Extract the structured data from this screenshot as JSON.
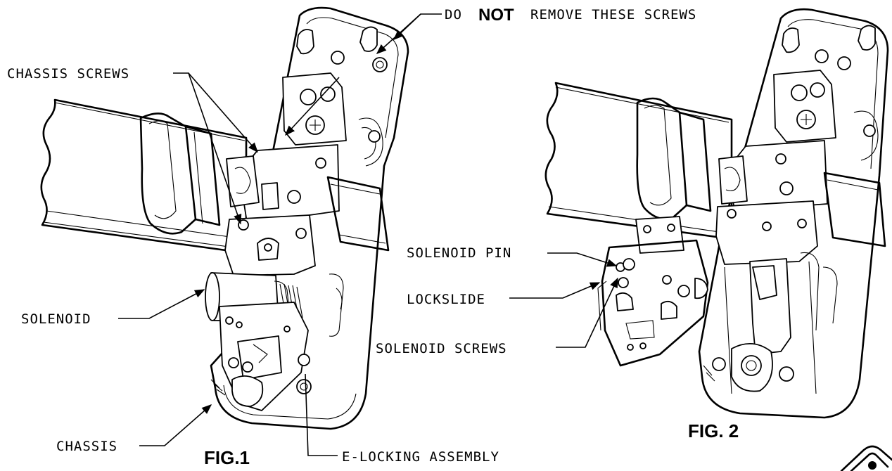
{
  "labels": {
    "do_not_prefix": "DO",
    "do_not_bold": "NOT",
    "do_not_suffix": "REMOVE THESE SCREWS",
    "chassis_screws": "CHASSIS SCREWS",
    "solenoid": "SOLENOID",
    "chassis": "CHASSIS",
    "e_locking_assembly": "E-LOCKING ASSEMBLY",
    "solenoid_pin": "SOLENOID PIN",
    "lockslide": "LOCKSLIDE",
    "solenoid_screws": "SOLENOID SCREWS"
  },
  "figures": {
    "fig1": "FIG.1",
    "fig2": "FIG. 2"
  }
}
